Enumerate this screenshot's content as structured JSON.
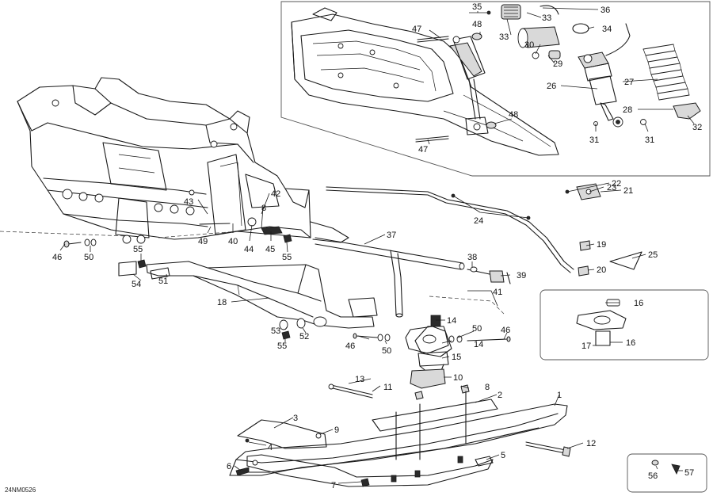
{
  "drawing_code": "24NM0526",
  "callouts": [
    {
      "id": "c1",
      "label": "1"
    },
    {
      "id": "c2",
      "label": "2"
    },
    {
      "id": "c3",
      "label": "3"
    },
    {
      "id": "c4",
      "label": "4"
    },
    {
      "id": "c5",
      "label": "5"
    },
    {
      "id": "c6",
      "label": "6"
    },
    {
      "id": "c7",
      "label": "7"
    },
    {
      "id": "c8a",
      "label": "8"
    },
    {
      "id": "c8b",
      "label": "8"
    },
    {
      "id": "c9",
      "label": "9"
    },
    {
      "id": "c10",
      "label": "10"
    },
    {
      "id": "c11",
      "label": "11"
    },
    {
      "id": "c12",
      "label": "12"
    },
    {
      "id": "c13",
      "label": "13"
    },
    {
      "id": "c14a",
      "label": "14"
    },
    {
      "id": "c14b",
      "label": "14"
    },
    {
      "id": "c15",
      "label": "15"
    },
    {
      "id": "c16a",
      "label": "16"
    },
    {
      "id": "c16b",
      "label": "16"
    },
    {
      "id": "c17",
      "label": "17"
    },
    {
      "id": "c18",
      "label": "18"
    },
    {
      "id": "c19",
      "label": "19"
    },
    {
      "id": "c20",
      "label": "20"
    },
    {
      "id": "c21",
      "label": "21"
    },
    {
      "id": "c22",
      "label": "22"
    },
    {
      "id": "c23",
      "label": "23"
    },
    {
      "id": "c24",
      "label": "24"
    },
    {
      "id": "c25",
      "label": "25"
    },
    {
      "id": "c26",
      "label": "26"
    },
    {
      "id": "c27",
      "label": "27"
    },
    {
      "id": "c28",
      "label": "28"
    },
    {
      "id": "c29",
      "label": "29"
    },
    {
      "id": "c30",
      "label": "30"
    },
    {
      "id": "c31a",
      "label": "31"
    },
    {
      "id": "c31b",
      "label": "31"
    },
    {
      "id": "c32",
      "label": "32"
    },
    {
      "id": "c33a",
      "label": "33"
    },
    {
      "id": "c33b",
      "label": "33"
    },
    {
      "id": "c34",
      "label": "34"
    },
    {
      "id": "c35",
      "label": "35"
    },
    {
      "id": "c36",
      "label": "36"
    },
    {
      "id": "c37",
      "label": "37"
    },
    {
      "id": "c38",
      "label": "38"
    },
    {
      "id": "c39",
      "label": "39"
    },
    {
      "id": "c40",
      "label": "40"
    },
    {
      "id": "c41",
      "label": "41"
    },
    {
      "id": "c42",
      "label": "42"
    },
    {
      "id": "c43",
      "label": "43"
    },
    {
      "id": "c44",
      "label": "44"
    },
    {
      "id": "c45",
      "label": "45"
    },
    {
      "id": "c46a",
      "label": "46"
    },
    {
      "id": "c46b",
      "label": "46"
    },
    {
      "id": "c46c",
      "label": "46"
    },
    {
      "id": "c47a",
      "label": "47"
    },
    {
      "id": "c47b",
      "label": "47"
    },
    {
      "id": "c48a",
      "label": "48"
    },
    {
      "id": "c48b",
      "label": "48"
    },
    {
      "id": "c49",
      "label": "49"
    },
    {
      "id": "c50a",
      "label": "50"
    },
    {
      "id": "c50b",
      "label": "50"
    },
    {
      "id": "c50c",
      "label": "50"
    },
    {
      "id": "c51",
      "label": "51"
    },
    {
      "id": "c52",
      "label": "52"
    },
    {
      "id": "c53",
      "label": "53"
    },
    {
      "id": "c54",
      "label": "54"
    },
    {
      "id": "c55a",
      "label": "55"
    },
    {
      "id": "c55b",
      "label": "55"
    },
    {
      "id": "c55c",
      "label": "55"
    },
    {
      "id": "c56",
      "label": "56"
    },
    {
      "id": "c57",
      "label": "57"
    }
  ]
}
